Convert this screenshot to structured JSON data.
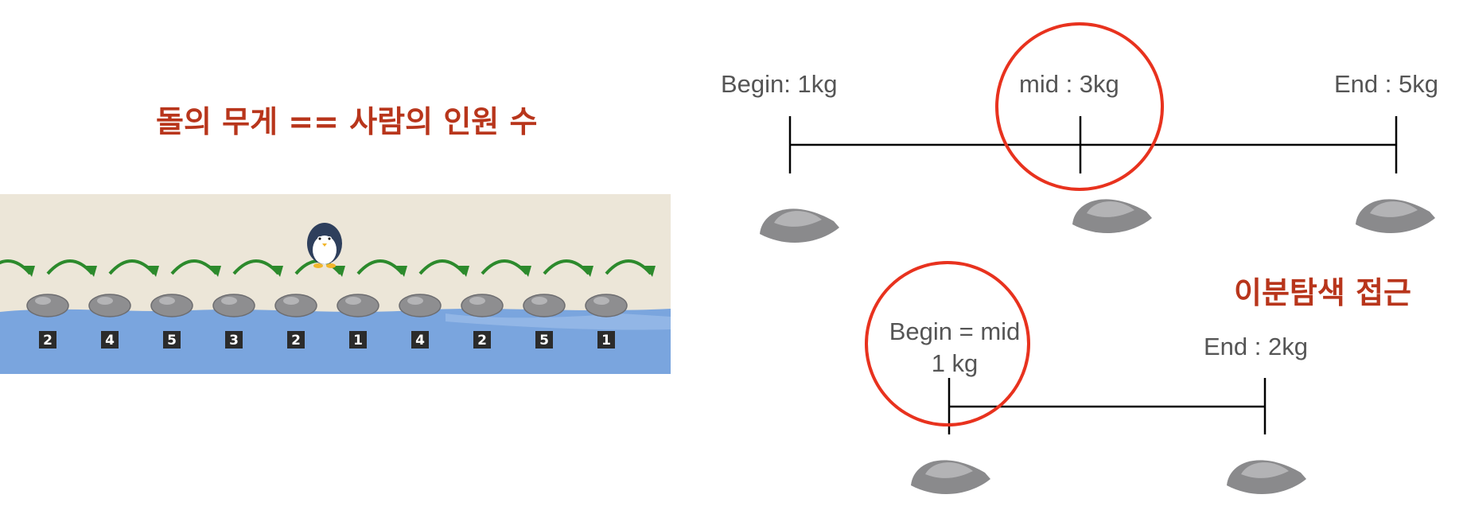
{
  "left_panel": {
    "title": "돌의 무게 == 사람의 인원 수",
    "stones": [
      2,
      4,
      5,
      3,
      2,
      1,
      4,
      2,
      5,
      1
    ]
  },
  "right_panel": {
    "section_title": "이분탐색 접근",
    "top_row": {
      "begin_label": "Begin: 1kg",
      "mid_label": "mid : 3kg",
      "end_label": "End : 5kg"
    },
    "bottom_row": {
      "begin_label_line1": "Begin = mid",
      "begin_label_line2": "1 kg",
      "end_label": "End : 2kg"
    }
  },
  "colors": {
    "title": "#b8351b",
    "circle": "#e8321e",
    "arrow": "#2c8a2c",
    "water": "#7aa5de",
    "bank": "#ece6d8"
  }
}
